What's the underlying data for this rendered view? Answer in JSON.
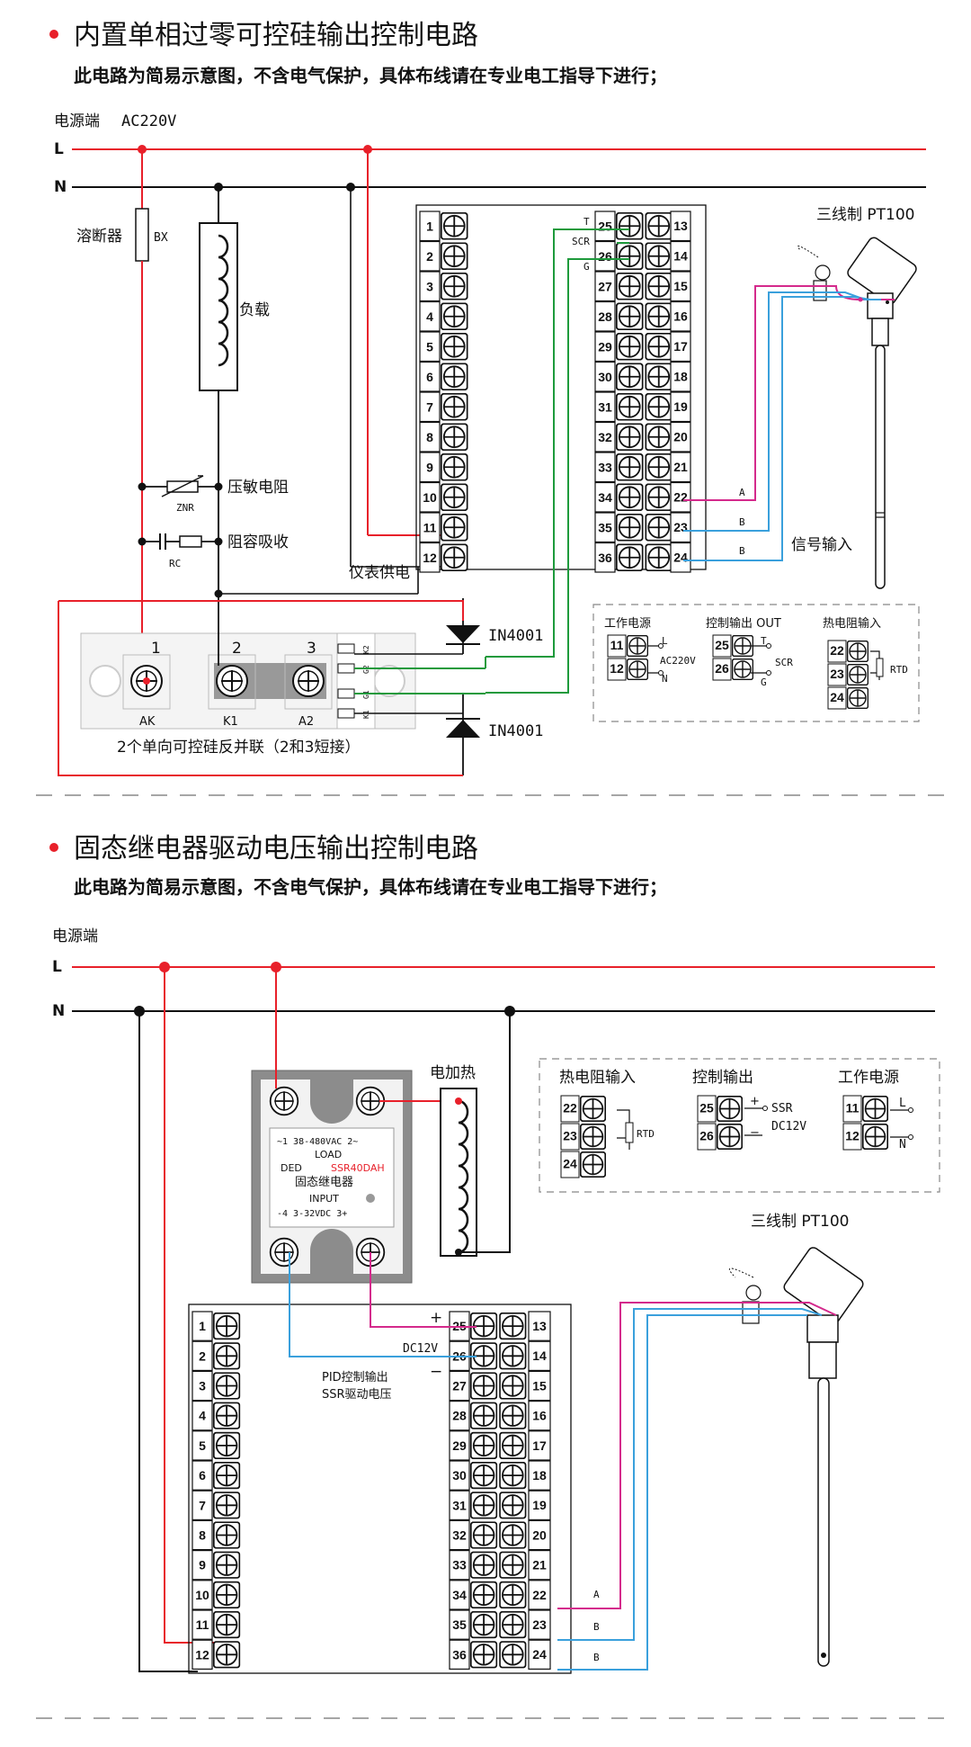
{
  "section1": {
    "title": "内置单相过零可控硅输出控制电路",
    "note": "此电路为简易示意图，不含电气保护，具体布线请在专业电工指导下进行；",
    "power_label": "电源端",
    "power_voltage": "AC220V",
    "line_L": "L",
    "line_N": "N",
    "fuse_label": "溶断器",
    "fuse_code": "BX",
    "load_label": "负载",
    "varistor_label": "压敏电阻",
    "varistor_code": "ZNR",
    "rc_label": "阻容吸收",
    "rc_code": "RC",
    "meter_power_label": "仪表供电",
    "t_label": "T",
    "scr_label": "SCR",
    "g_label": "G",
    "pt100_label": "三线制 PT100",
    "signal_label": "信号输入",
    "wire_a": "A",
    "wire_b": "B",
    "diode_label": "IN4001",
    "module_caption": "2个单向可控硅反并联（2和3短接）",
    "module_numbers": [
      "1",
      "2",
      "3"
    ],
    "module_pins": [
      "AK",
      "K1",
      "A2"
    ],
    "module_side_pins": [
      "K2",
      "G2",
      "G1",
      "K1"
    ],
    "legend": {
      "power_title": "工作电源",
      "power_pins": [
        "11",
        "12"
      ],
      "power_L": "L",
      "power_N": "N",
      "power_voltage": "AC220V",
      "out_title": "控制输出 OUT",
      "out_pins": [
        "25",
        "26"
      ],
      "out_T": "T",
      "out_G": "G",
      "out_scr": "SCR",
      "rtd_title": "热电阻输入",
      "rtd_pins": [
        "22",
        "23",
        "24"
      ],
      "rtd_label": "RTD"
    }
  },
  "section2": {
    "title": "固态继电器驱动电压输出控制电路",
    "note": "此电路为简易示意图，不含电气保护，具体布线请在专业电工指导下进行；",
    "power_label": "电源端",
    "line_L": "L",
    "line_N": "N",
    "heater_label": "电加热",
    "ssr_load": "~1  38-480VAC  2~",
    "ssr_load_label": "LOAD",
    "ssr_ded": "DED",
    "ssr_model": "SSR40DAH",
    "ssr_name": "固态继电器",
    "ssr_input_label": "INPUT",
    "ssr_input": "-4  3-32VDC  3+",
    "plus": "+",
    "minus": "−",
    "dc12v": "DC12V",
    "pid_line1": "PID控制输出",
    "pid_line2": "SSR驱动电压",
    "pt100_label": "三线制 PT100",
    "wire_a": "A",
    "wire_b": "B",
    "legend": {
      "rtd_title": "热电阻输入",
      "rtd_pins": [
        "22",
        "23",
        "24"
      ],
      "rtd_label": "RTD",
      "out_title": "控制输出",
      "out_pins": [
        "25",
        "26"
      ],
      "out_plus": "+",
      "out_minus": "−",
      "out_ssr": "SSR",
      "out_dc": "DC12V",
      "power_title": "工作电源",
      "power_pins": [
        "11",
        "12"
      ],
      "power_L": "L",
      "power_N": "N"
    }
  },
  "terminals": {
    "left": [
      "1",
      "2",
      "3",
      "4",
      "5",
      "6",
      "7",
      "8",
      "9",
      "10",
      "11",
      "12"
    ],
    "mid": [
      "25",
      "26",
      "27",
      "28",
      "29",
      "30",
      "31",
      "32",
      "33",
      "34",
      "35",
      "36"
    ],
    "right": [
      "13",
      "14",
      "15",
      "16",
      "17",
      "18",
      "19",
      "20",
      "21",
      "22",
      "23",
      "24"
    ]
  },
  "colors": {
    "red": "#e8202a",
    "black": "#111111",
    "green": "#1e9a3c",
    "blue": "#3aa0dc",
    "magenta": "#d42a8c",
    "grey": "#8c8c8c"
  }
}
